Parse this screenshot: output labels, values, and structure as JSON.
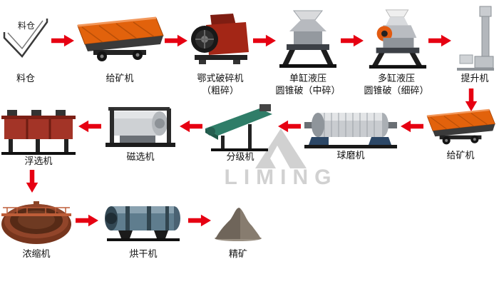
{
  "watermark": {
    "text": "LIMING"
  },
  "colors": {
    "arrow": "#e60012",
    "background": "#ffffff",
    "label_text": "#111111",
    "watermark": "#c9c9c9"
  },
  "nodes": {
    "silo": {
      "inner_label": "料仓",
      "lines": [
        "料仓"
      ]
    },
    "feeder_top": {
      "lines": [
        "给矿机"
      ]
    },
    "jaw_crusher": {
      "lines": [
        "鄂式破碎机",
        "（粗碎）"
      ]
    },
    "cone_crusher_single": {
      "lines": [
        "单缸液压",
        "圆锥破（中碎）"
      ]
    },
    "cone_crusher_multi": {
      "lines": [
        "多缸液压",
        "圆锥破（细碎）"
      ]
    },
    "bucket_elevator": {
      "lines": [
        "提升机"
      ]
    },
    "feeder_right": {
      "lines": [
        "给矿机"
      ]
    },
    "ball_mill": {
      "lines": [
        "球磨机"
      ]
    },
    "classifier": {
      "lines": [
        "分级机"
      ]
    },
    "magnetic_separator": {
      "lines": [
        "磁选机"
      ]
    },
    "flotation_machine": {
      "lines": [
        "浮选机"
      ]
    },
    "thickener": {
      "lines": [
        "浓缩机"
      ]
    },
    "dryer": {
      "lines": [
        "烘干机"
      ]
    },
    "concentrate": {
      "lines": [
        "精矿"
      ]
    }
  }
}
